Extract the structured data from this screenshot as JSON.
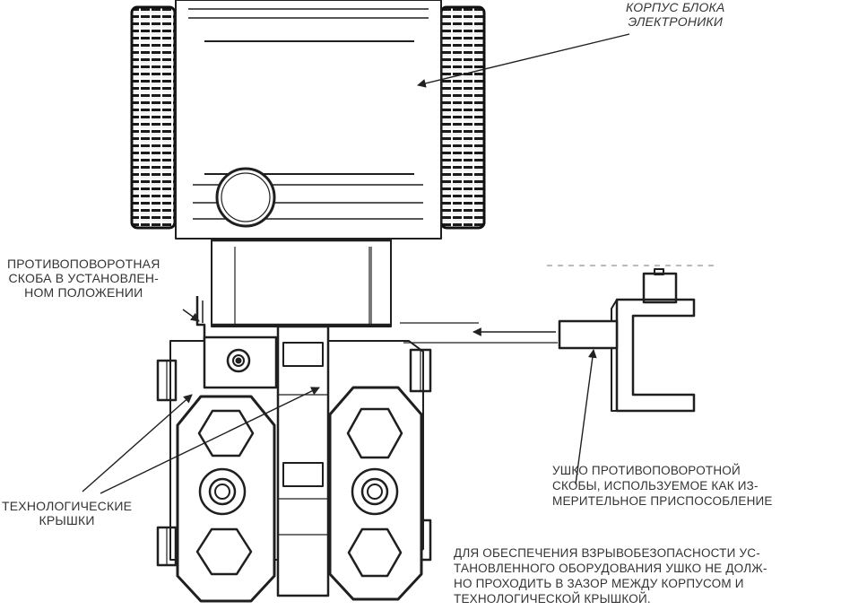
{
  "labels": {
    "housing": [
      "КОРПУС БЛОКА",
      "ЭЛЕКТРОНИКИ"
    ],
    "bracket_installed": [
      "ПРОТИВОПОВОРОТНАЯ",
      "СКОБА В УСТАНОВЛЕН-",
      "НОМ ПОЛОЖЕНИИ"
    ],
    "process_covers": [
      "ТЕХНОЛОГИЧЕСКИЕ",
      "КРЫШКИ"
    ],
    "bracket_lug": [
      "УШКО ПРОТИВОПОВОРОТНОЙ",
      "СКОБЫ, ИСПОЛЬЗУЕМОЕ КАК ИЗ-",
      "МЕРИТЕЛЬНОЕ ПРИСПОСОБЛЕНИЕ"
    ],
    "safety_note": [
      "ДЛЯ ОБЕСПЕЧЕНИЯ ВЗРЫВОБЕЗОПАСНОСТИ УС-",
      "ТАНОВЛЕННОГО ОБОРУДОВАНИЯ УШКО НЕ ДОЛЖ-",
      "НО ПРОХОДИТЬ В ЗАЗОР МЕЖДУ КОРПУСОМ И",
      "ТЕХНОЛОГИЧЕСКОЙ КРЫШКОЙ."
    ]
  }
}
